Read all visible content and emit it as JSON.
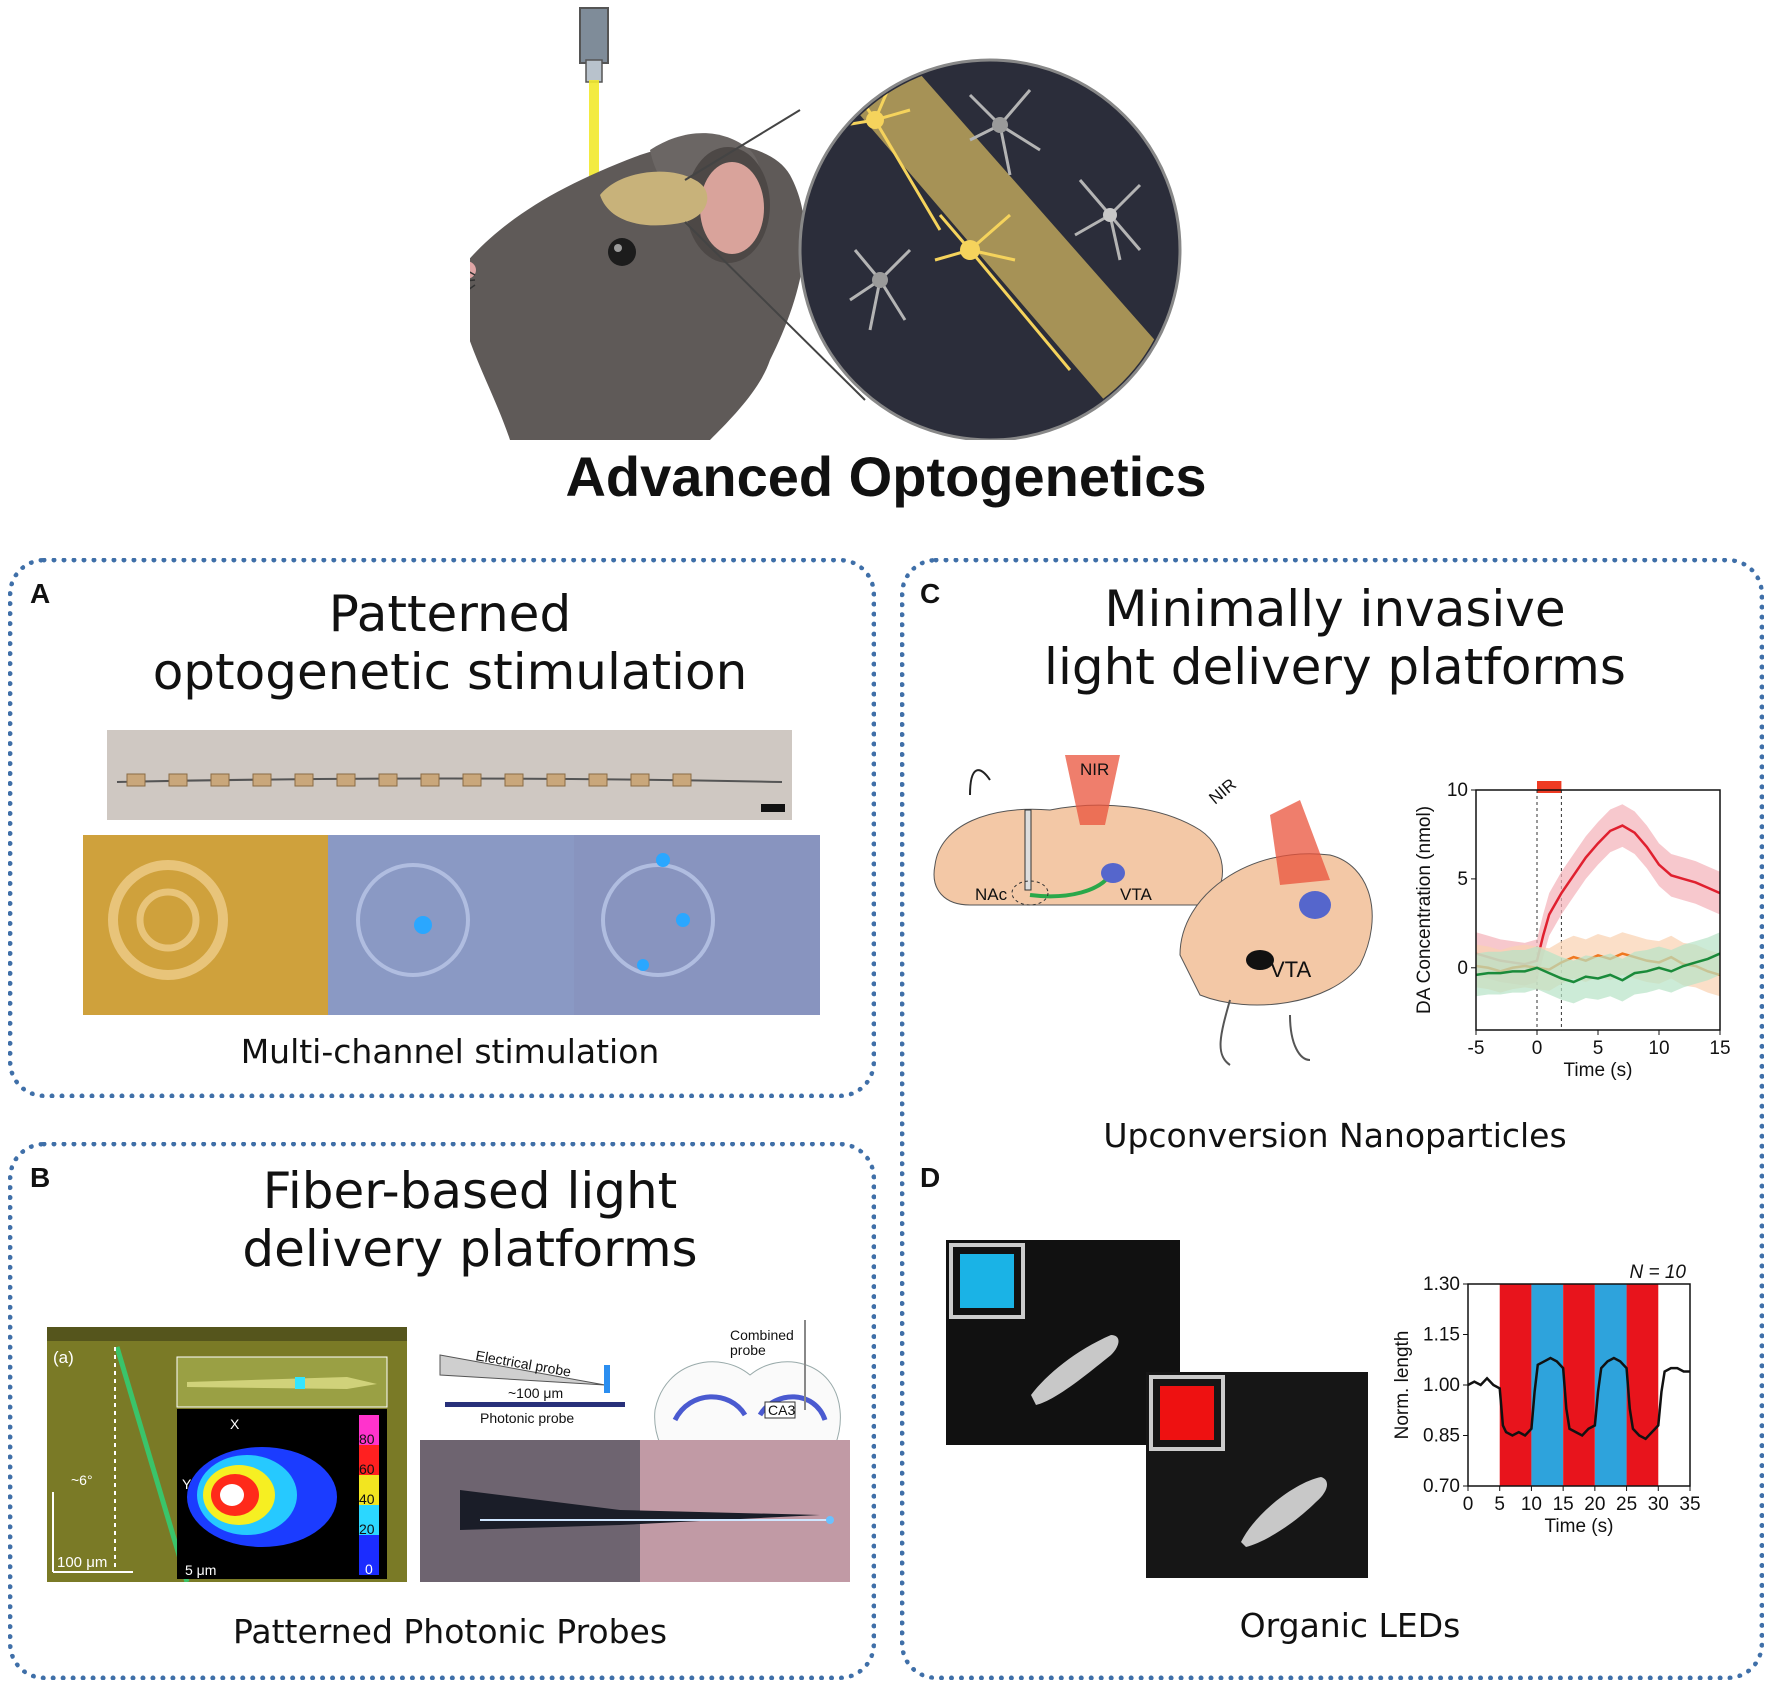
{
  "main_title": "Advanced Optogenetics",
  "panels": {
    "A": {
      "letter": "A",
      "title": "Patterned\noptogenetic stimulation",
      "caption": "Multi-channel stimulation"
    },
    "B": {
      "letter": "B",
      "title": "Fiber-based light\ndelivery platforms",
      "caption": "Patterned Photonic Probes",
      "fig_label_a": "(a)",
      "angle": "~6°",
      "scale_left": "100 μm",
      "scale_inset": "5 μm",
      "axis_x": "X",
      "axis_y": "Y",
      "colorbar_ticks": [
        "80",
        "60",
        "40",
        "20",
        "0"
      ],
      "electrical_probe": "Electrical probe",
      "gap": "~100 μm",
      "photonic_probe": "Photonic probe",
      "combined_probe": "Combined\nprobe",
      "region": "CA3"
    },
    "C": {
      "letter": "C",
      "title": "Minimally invasive\nlight delivery platforms",
      "caption": "Upconversion Nanoparticles",
      "nir_1": "NIR",
      "nir_2": "NIR",
      "nac": "NAc",
      "vta_1": "VTA",
      "vta_2": "VTA"
    },
    "D": {
      "letter": "D",
      "title": "",
      "caption": "Organic LEDs"
    }
  },
  "chart_data": [
    {
      "type": "line",
      "panel": "C",
      "xlabel": "Time (s)",
      "ylabel": "DA Concentration (nmol)",
      "xlim": [
        -5,
        15
      ],
      "ylim": [
        -3.5,
        10
      ],
      "x_ticks": [
        -5,
        0,
        5,
        10,
        15
      ],
      "y_ticks": [
        0,
        5,
        10
      ],
      "stimulus_interval": [
        0,
        2
      ],
      "series": [
        {
          "color": "#e0202f",
          "band_color": "#f4b0b8",
          "x": [
            -5,
            -4,
            -3,
            -2,
            -1,
            0,
            0.5,
            1,
            2,
            3,
            4,
            5,
            6,
            7,
            8,
            9,
            10,
            11,
            12,
            13,
            14,
            15
          ],
          "y": [
            0.8,
            0.6,
            0.4,
            0.3,
            0.2,
            0.4,
            1.8,
            3.0,
            4.2,
            5.2,
            6.2,
            7.0,
            7.7,
            8.0,
            7.6,
            6.8,
            5.8,
            5.2,
            5.0,
            4.8,
            4.5,
            4.2
          ]
        },
        {
          "color": "#f07820",
          "band_color": "#f9d2b0",
          "x": [
            -5,
            -4,
            -3,
            -2,
            -1,
            0,
            1,
            2,
            3,
            4,
            5,
            6,
            7,
            8,
            9,
            10,
            11,
            12,
            13,
            14,
            15
          ],
          "y": [
            0.1,
            0.0,
            -0.2,
            0.0,
            0.1,
            0.0,
            -0.1,
            0.3,
            0.6,
            0.4,
            0.7,
            0.5,
            0.8,
            0.6,
            0.4,
            0.3,
            0.6,
            0.2,
            0.1,
            -0.2,
            -0.4
          ]
        },
        {
          "color": "#1a8a3a",
          "band_color": "#b7e3c6",
          "x": [
            -5,
            -4,
            -3,
            -2,
            -1,
            0,
            1,
            2,
            3,
            4,
            5,
            6,
            7,
            8,
            9,
            10,
            11,
            12,
            13,
            14,
            15
          ],
          "y": [
            -0.4,
            -0.3,
            -0.3,
            -0.2,
            -0.2,
            0.0,
            -0.3,
            -0.6,
            -0.8,
            -0.5,
            -0.6,
            -0.4,
            -0.7,
            -0.3,
            -0.2,
            0.0,
            -0.2,
            0.1,
            0.3,
            0.5,
            0.8
          ]
        }
      ]
    },
    {
      "type": "line",
      "panel": "D",
      "annotation": "N = 10",
      "xlabel": "Time (s)",
      "ylabel": "Norm. length",
      "xlim": [
        0,
        35
      ],
      "ylim": [
        0.7,
        1.3
      ],
      "x_ticks": [
        0,
        5,
        10,
        15,
        20,
        25,
        30,
        35
      ],
      "y_ticks": [
        "0.70",
        "0.85",
        "1.00",
        "1.15",
        "1.30"
      ],
      "bands": [
        {
          "from": 5,
          "to": 10,
          "color": "#e8141c"
        },
        {
          "from": 10,
          "to": 15,
          "color": "#2ea3dc"
        },
        {
          "from": 15,
          "to": 20,
          "color": "#e8141c"
        },
        {
          "from": 20,
          "to": 25,
          "color": "#2ea3dc"
        },
        {
          "from": 25,
          "to": 30,
          "color": "#e8141c"
        }
      ],
      "series": [
        {
          "color": "#111111",
          "x": [
            0,
            1,
            2,
            3,
            4,
            5,
            5.5,
            6,
            7,
            8,
            9,
            10,
            10.5,
            11,
            12,
            13,
            14,
            15,
            15.5,
            16,
            17,
            18,
            19,
            20,
            20.5,
            21,
            22,
            23,
            24,
            25,
            25.5,
            26,
            27,
            28,
            29,
            30,
            30.5,
            31,
            32,
            33,
            34,
            35
          ],
          "y": [
            1.0,
            1.01,
            1.0,
            1.02,
            1.0,
            0.99,
            0.88,
            0.86,
            0.85,
            0.86,
            0.85,
            0.87,
            0.98,
            1.06,
            1.07,
            1.08,
            1.07,
            1.05,
            0.93,
            0.87,
            0.86,
            0.85,
            0.87,
            0.88,
            0.98,
            1.05,
            1.07,
            1.08,
            1.07,
            1.05,
            0.93,
            0.87,
            0.85,
            0.84,
            0.86,
            0.88,
            0.98,
            1.04,
            1.05,
            1.05,
            1.04,
            1.04
          ]
        }
      ]
    }
  ]
}
